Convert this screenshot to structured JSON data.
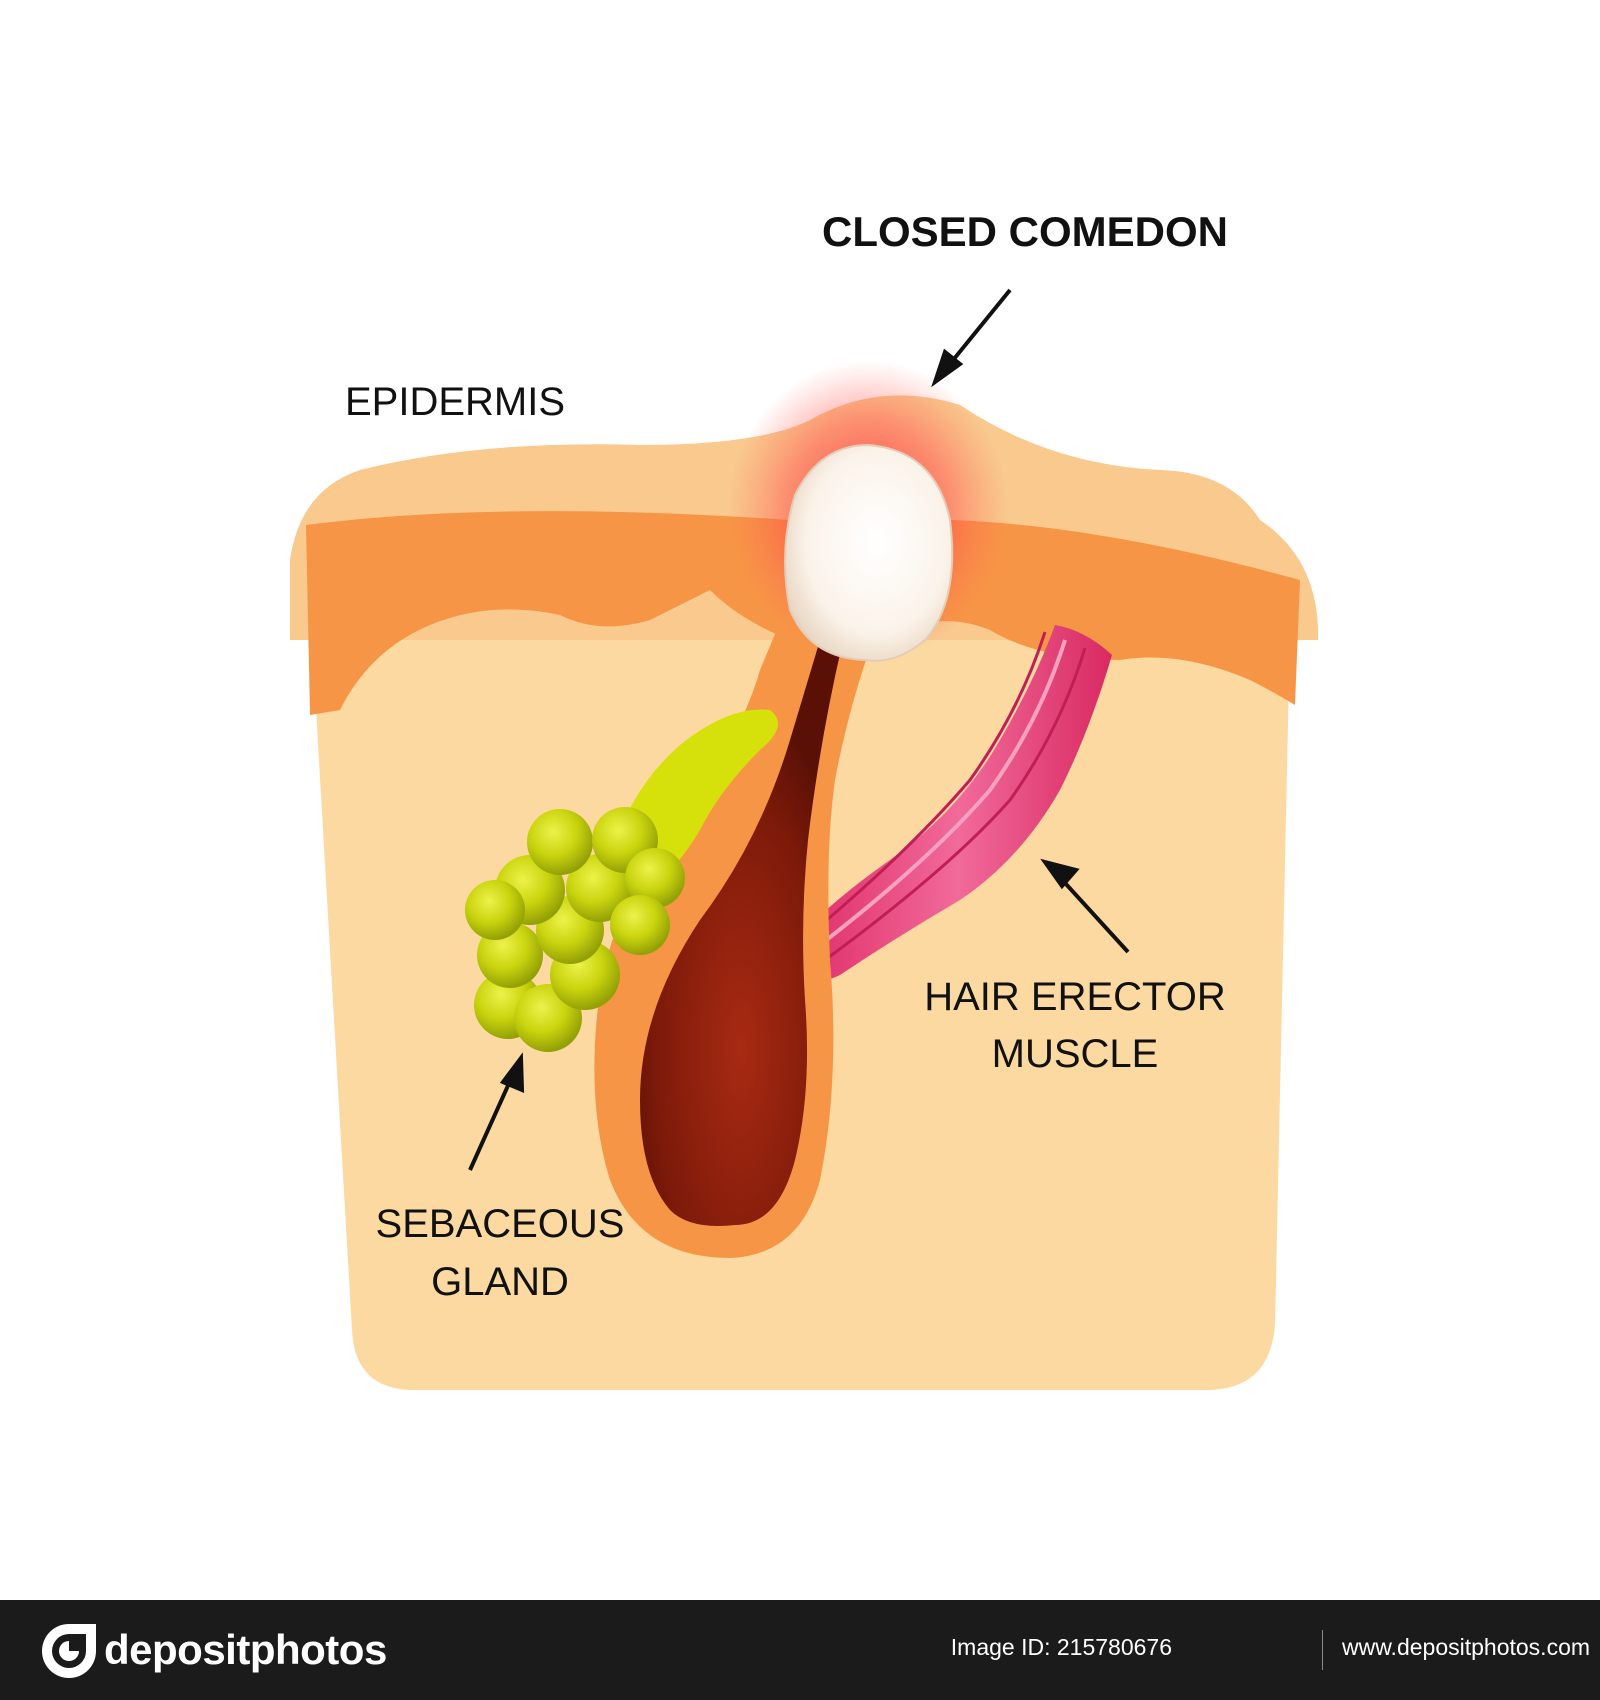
{
  "labels": {
    "closed_comedon": "CLOSED COMEDON",
    "epidermis": "EPIDERMIS",
    "hair_erector_line1": "HAIR ERECTOR",
    "hair_erector_line2": "MUSCLE",
    "sebaceous_line1": "SEBACEOUS",
    "sebaceous_line2": "GLAND"
  },
  "footer": {
    "logo_text": "depositphotos",
    "image_id_label": "Image ID:",
    "image_id": "215780676",
    "site_url": "www.depositphotos.com"
  },
  "colors": {
    "dermis": "#fbd9a0",
    "epidermis_top": "#f9c98e",
    "epidermis_band": "#f79546",
    "follicle_wall": "#f79546",
    "hair_shaft": "#8b1a0c",
    "comedon": "#ffffff",
    "inflammation": "#ff3b3b",
    "sebaceous_gland": "#c8d60b",
    "erector_muscle": "#e8427a",
    "footer_bg": "#1b1b1b"
  }
}
